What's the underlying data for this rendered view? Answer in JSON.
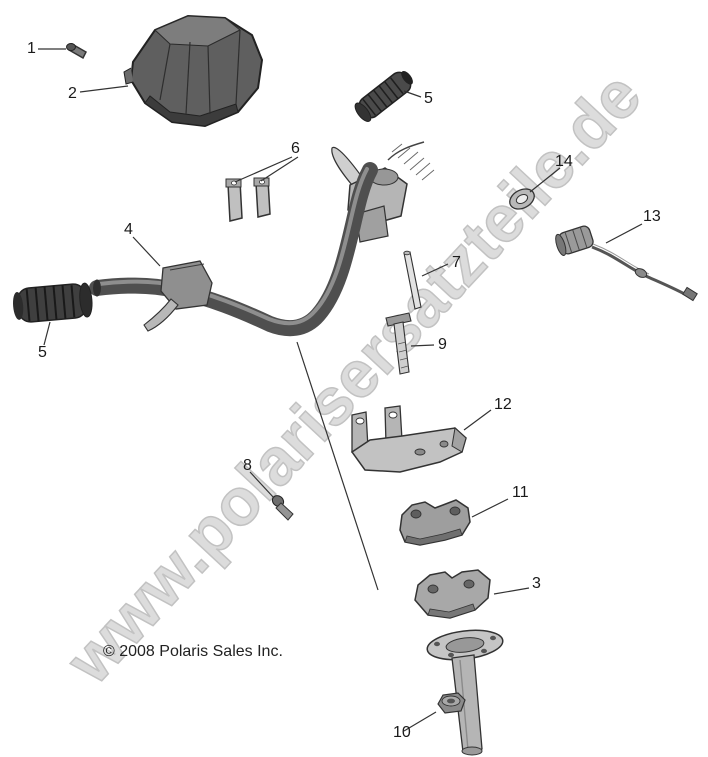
{
  "watermark": {
    "text": "www.polarisersatzteile.de"
  },
  "footer": {
    "copyright": "© 2008  Polaris Sales Inc."
  },
  "colors": {
    "background": "#ffffff",
    "watermark": "#dcdcdc",
    "line_art": "#333333"
  },
  "callouts": [
    {
      "label": "1"
    },
    {
      "label": "2"
    },
    {
      "label": "5"
    },
    {
      "label": "6"
    },
    {
      "label": "14"
    },
    {
      "label": "13"
    },
    {
      "label": "4"
    },
    {
      "label": "5"
    },
    {
      "label": "7"
    },
    {
      "label": "9"
    },
    {
      "label": "12"
    },
    {
      "label": "8"
    },
    {
      "label": "11"
    },
    {
      "label": "3"
    },
    {
      "label": "10"
    }
  ]
}
